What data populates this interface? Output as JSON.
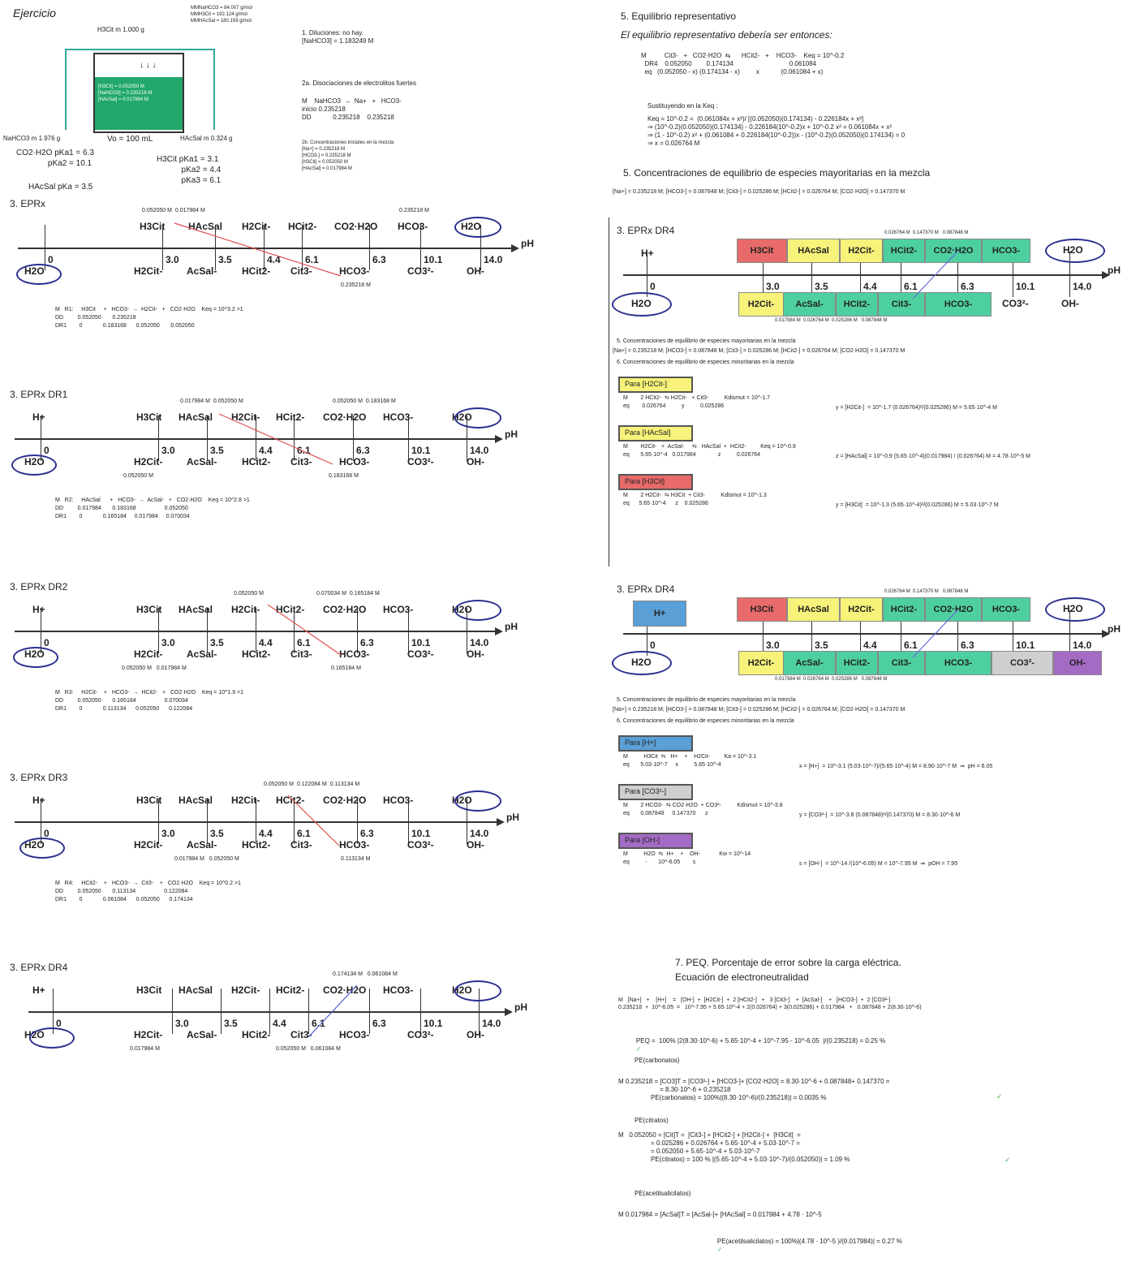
{
  "left": {
    "header": {
      "title": "Ejercicio",
      "mm_lines": "MMNaHCO3 = 84.007 g/mol\nMMH3Cit = 192.124 g/mol\nMMHAcSal = 180.159 g/mol",
      "h3cit_mass": "H3Cit m 1.000 g",
      "nahco3_mass": "NaHCO3 m 1.976 g",
      "volume": "Vo = 100 mL",
      "hacsal_mass": "HAcSal m 0.324 g",
      "flask_lines": "[H3Cit] = 0.052050 M\n[NaHCO3] = 0.235218 M\n[HAcSal] = 0.017984 M",
      "co2_pk": "CO2·H2O pKa1 = 6.3\n              pKa2 = 10.1",
      "hacsal_pk": "HAcSal pKa = 3.5",
      "h3cit_pk": "H3Cit pKa1 = 3.1\n           pKa2 = 4.4\n           pKa3 = 6.1",
      "step1": "1. Diluciones: no hay.\n[NaHCO3] = 1.183249 M",
      "step2a_title": "2a. Disociaciones de electrolitos fuertes",
      "step2a_body": "M    NaHCO3  →  Na+   +   HCO3-\ninicio 0.235218\nDD            0.235218    0.235218",
      "step2b": "2b. Concentraciones iniciales en la mezcla\n[Na+] = 0.235218 M\n[HCO3-] = 0.235218 M\n[H3Cit] = 0.052050 M\n[HAcSal] = 0.017984 M"
    },
    "scales": [
      {
        "title": "3. EPRx",
        "top_conc": "0.052050 M  0.017984 M",
        "top_conc2": "0.235218 M",
        "bot_conc": "0.235218 M",
        "top_species": [
          "H3Cit",
          "HAcSal",
          "H2Cit-",
          "HCit2-",
          "CO2·H2O",
          "HCO3-",
          "H2O"
        ],
        "bot_species": [
          "H2O",
          "H2Cit-",
          "AcSal-",
          "HCit2-",
          "Cit3-",
          "HCO3-",
          "CO3²-",
          "OH-"
        ],
        "reaction": "M   R1:     H3Cit     +   HCO3-  →  H2Cit-   +   CO2·H2O    Keq = 10^3.2 >1\nDD         0.052050       0.235218\nDR1        0             0.183168      0.052050       0.052050"
      },
      {
        "title": "3. EPRx DR1",
        "top_conc": "0.017984 M  0.052050 M",
        "top_conc2": "0.052050 M  0.183168 M",
        "bot_conc": "0.183168 M",
        "bot_conc2": "0.052050 M",
        "top_species": [
          "H+",
          "H3Cit",
          "HAcSal",
          "H2Cit-",
          "HCit2-",
          "CO2·H2O",
          "HCO3-",
          "H2O"
        ],
        "bot_species": [
          "H2O",
          "H2Cit-",
          "AcSal-",
          "HCit2-",
          "Cit3-",
          "HCO3-",
          "CO3²-",
          "OH-"
        ],
        "reaction": "M   R2:     HAcSal      +   HCO3-  →  AcSal-   +   CO2·H2O    Keq = 10^2.8 >1\nDD         0.017984       0.183168                  0.052050\nDR1        0             0.165184     0.017984     0.070034"
      },
      {
        "title": "3. EPRx DR2",
        "top_conc": "0.052050 M",
        "top_conc2": "0.070034 M  0.165184 M",
        "bot_conc": "0.165184 M",
        "bot_conc2": "0.052050 M   0.017984 M",
        "top_species": [
          "H+",
          "H3Cit",
          "HAcSal",
          "H2Cit-",
          "HCit2-",
          "CO2·H2O",
          "HCO3-",
          "H2O"
        ],
        "bot_species": [
          "H2O",
          "H2Cit-",
          "AcSal-",
          "HCit2-",
          "Cit3-",
          "HCO3-",
          "CO3²-",
          "OH-"
        ],
        "reaction": "M   R3:     H2Cit-    +   HCO3-  →  HCit2-   +   CO2·H2O    Keq = 10^1.9 >1\nDD         0.052050       0.165184                  0.070034\nDR1        0             0.113134      0.052050      0.122084"
      },
      {
        "title": "3. EPRx DR3",
        "top_conc": "0.052050 M  0.122084 M  0.113134 M",
        "bot_conc": "0.113134 M",
        "bot_conc2": "0.017984 M   0.052050 M",
        "top_species": [
          "H+",
          "H3Cit",
          "HAcSal",
          "H2Cit-",
          "HCit2-",
          "CO2·H2O",
          "HCO3-",
          "H2O"
        ],
        "bot_species": [
          "H2O",
          "H2Cit-",
          "AcSal-",
          "HCit2-",
          "Cit3-",
          "HCO3-",
          "CO3²-",
          "OH-"
        ],
        "reaction": "M   R4:     HCit2-    +   HCO3-  →  Cit3-    +   CO2·H2O    Keq = 10^0.2 >1\nDD         0.052050       0.113134                  0.122084\nDR1        0             0.061084      0.052050      0.174134"
      },
      {
        "title": "3. EPRx DR4",
        "top_conc": "0.174134 M   0.061084 M",
        "bot_conc": "0.017984 M",
        "bot_conc2": "0.052050 M   0.061084 M",
        "top_species": [
          "H+",
          "H3Cit",
          "HAcSal",
          "H2Cit-",
          "HCit2-",
          "CO2·H2O",
          "HCO3-",
          "H2O"
        ],
        "bot_species": [
          "H2O",
          "H2Cit-",
          "AcSal-",
          "HCit2-",
          "Cit3-",
          "HCO3-",
          "CO3²-",
          "OH-"
        ]
      }
    ],
    "ticks": [
      "0",
      "3.0",
      "3.5",
      "4.4",
      "6.1",
      "6.3",
      "10.1",
      "14.0"
    ],
    "ph": "pH"
  },
  "right": {
    "s5_title": "5. Equilibrio representativo",
    "s5_sub": "El equilibrio representativo debería ser entonces:",
    "s5_eq": "M          Cit3-   +   CO2·H2O  ⇆      HCit2-   +    HCO3-    Keq = 10^-0.2\n  DR4    0.052050        0.174134                               0.061084\n  eq   (0.052050 - x) (0.174134 - x)         x            (0.061084 + x)",
    "s5_subst_title": "Sustituyendo en la Keq :",
    "s5_subst": "Keq = 10^-0.2 =  (0.061084x + x²)/ [(0.052050)(0.174134) - 0.226184x + x²]\n⇒ (10^-0.2)(0.052050)(0.174134) - 0.226184(10^-0.2)x + 10^-0.2 x² = 0.061084x + x²\n⇒ (1 - 10^-0.2) x² + (0.061084 + 0.226184(10^-0.2))x - (10^-0.2)(0.052050)(0.174134) = 0\n⇒ x = 0.026764 M",
    "s5b_title": "5. Concentraciones de equilibrio de especies mayoritarias en la mezcla",
    "s5b_values": "[Na+] = 0.235218 M; [HCO3-] = 0.087848 M; [Cit3-] = 0.025286 M; [HCit2-] = 0.026764 M; [CO2·H2O] = 0.147370 M",
    "panel1": {
      "title": "3. EPRx DR4",
      "top_conc": "0.026764 M  0.147370 M   0.087848 M",
      "bot_conc": "0.017984 M  0.026764 M  0.025286 M   0.087848 M",
      "h_plus": "H+",
      "top_boxes": [
        "H3Cit",
        "HAcSal",
        "H2Cit-",
        "HCit2-",
        "CO2·H2O",
        "HCO3-"
      ],
      "h2o": "H2O",
      "bot_boxes": [
        "H2Cit-",
        "AcSal-",
        "HCit2-",
        "Cit3-",
        "HCO3-"
      ],
      "co3": "CO3²-",
      "oh": "OH-",
      "s5": "5. Concentraciones de equilibrio de especies mayoritarias en la mezcla",
      "s5_vals": "[Na+] = 0.235218 M; [HCO3-] = 0.087848 M; [Cit3-] = 0.025286 M; [HCit2-] = 0.026764 M; [CO2·H2O] = 0.147370 M",
      "s6": "6. Concentraciones de equilibrio de especies minoritarias en la mezcla",
      "tag1": "Para [H2Cit-]",
      "eq1": "M        2 HCit2-  ⇆ H2Cit-   + Cit3-          Kdismut = 10^-1.7\neq        0.026764          y          0.025286",
      "res1": "y = [H2Cit-]  = 10^-1.7 (0.026764)²/(0.025286) M = 5.65·10^-4 M",
      "tag2": "Para [HAcSal]",
      "eq2": "M        H2Cit-   +  AcSal-     ⇆   HAcSal  +  HCit2-         Keq = 10^-0.9\neq       5.65·10^-4   0.017984              z          0.026764",
      "res2": "z = [HAcSal] = 10^-0.9 (5.65·10^-4)(0.017984) / (0.026764) M = 4.78·10^-5 M",
      "tag3": "Para [H3Cit]",
      "eq3": "M        2 H2Cit-  ⇆ H3Cit  + Cit3-          Kdismut = 10^-1.3\neq      5.65·10^-4      z    0.025286",
      "res3": "y = [H3Cit]  = 10^-1.3 (5.65·10^-4)²/(0.025286) M = 5.03·10^-7 M"
    },
    "panel2": {
      "title": "3. EPRx DR4",
      "top_conc": "0.026764 M  0.147370 M   0.087848 M",
      "bot_conc": "0.017984 M  0.026764 M  0.025286 M   0.087848 M",
      "h_plus": "H+",
      "top_boxes": [
        "H3Cit",
        "HAcSal",
        "H2Cit-",
        "HCit2-",
        "CO2·H2O",
        "HCO3-"
      ],
      "h2o": "H2O",
      "bot_boxes": [
        "H2Cit-",
        "AcSal-",
        "HCit2-",
        "Cit3-",
        "HCO3-",
        "CO3²-",
        "OH-"
      ],
      "s5": "5. Concentraciones de equilibrio de especies mayoritarias en la mezcla",
      "s5_vals": "[Na+] = 0.235218 M; [HCO3-] = 0.087848 M; [Cit3-] = 0.025286 M; [HCit2-] = 0.026764 M; [CO2·H2O] = 0.147370 M",
      "s6": "6. Concentraciones de equilibrio de especies minoritarias en la mezcla",
      "tag1": "Para [H+]",
      "eq1": "M          H3Cit  ⇆   H+    +    H2Cit-         Ka = 10^-3.1\neq       5.03·10^-7     x          5.65·10^-4",
      "res1": "x = [H+]  = 10^-3.1 (5.03·10^-7)/(5.65·10^-4) M = 8.90·10^-7 M  ⇒  pH = 6.05",
      "tag2": "Para [CO3²-]",
      "eq2": "M        2 HCO3-  ⇆ CO2·H2O  + CO3²-          Kdismut = 10^-3.8\neq       0.087848     0.147370      z",
      "res2": "y = [CO3²-]  = 10^-3.8 (0.087848)²/(0.147370) M = 8.30·10^-6 M",
      "tag3": "Para [OH-]",
      "eq3": "M          H2O  ⇆  H+    +    OH-            Kw = 10^-14\neq          -       10^-6.05        s",
      "res3": "s = [OH-]  = 10^-14 /(10^-6.05) M = 10^-7.95 M  ⇒  pOH = 7.95"
    },
    "s7_title": "7. PEQ. Porcentaje de error sobre la carga eléctrica.",
    "s7_sub": "Ecuación de electroneutralidad",
    "s7_eq": "M   [Na+]   +    [H+]    =   [OH-]  +  [H2Cit-]  +  2 [HCit2-]   +   3 [Cit3-]    +  [AcSal-]    +   [HCO3-]  +  2 [CO3²-]\n0.235218  +  10^-6.05  =   10^-7.95 + 5.65·10^-4 + 2(0.026764) + 3(0.025286) + 0.017984   +   0.087848 + 2(8.30·10^-6)",
    "s7_peq": "PEQ =  100% |2(8.30·10^-6) + 5.65·10^-4 + 10^-7.95 - 10^-6.05  |/(0.235218) = 0.25 %",
    "pe_carb_title": "PE(carbonatos)",
    "pe_carb": "M 0.235218 = [CO3]T = [CO3²-] + [HCO3-]+ [CO2·H2O] = 8.30·10^-6 + 0.087848+ 0.147370 =\n                       = 8.30·10^-6 + 0.235218\n                  PE(carbonatos) = 100%|(8.30·10^-6)/(0.235218)| = 0.0035 %",
    "pe_cit_title": "PE(citratos)",
    "pe_cit": "M   0.052050 = [Cit]T =  [Cit3-] + [HCit2-] + [H2Cit-] +  [H3Cit]  =\n                  = 0.025286 + 0.026764 + 5.65·10^-4 + 5.03·10^-7 =\n                  = 0.052050 + 5.65·10^-4 + 5.03·10^-7\n                  PE(citratos) = 100 % |(5.65·10^-4 + 5.03·10^-7)/(0.052050)| = 1.09 %",
    "pe_ac_title": "PE(acetilsalicilatos)",
    "pe_ac": "M 0.017984 = [AcSal]T = [AcSal-]+ [HAcSal] = 0.017984 + 4.78 · 10^-5",
    "pe_ac_res": "PE(acetilsalicilatos) = 100%|(4.78 · 10^-5 )/(0.017984)| = 0.27 %",
    "check": "✓"
  }
}
